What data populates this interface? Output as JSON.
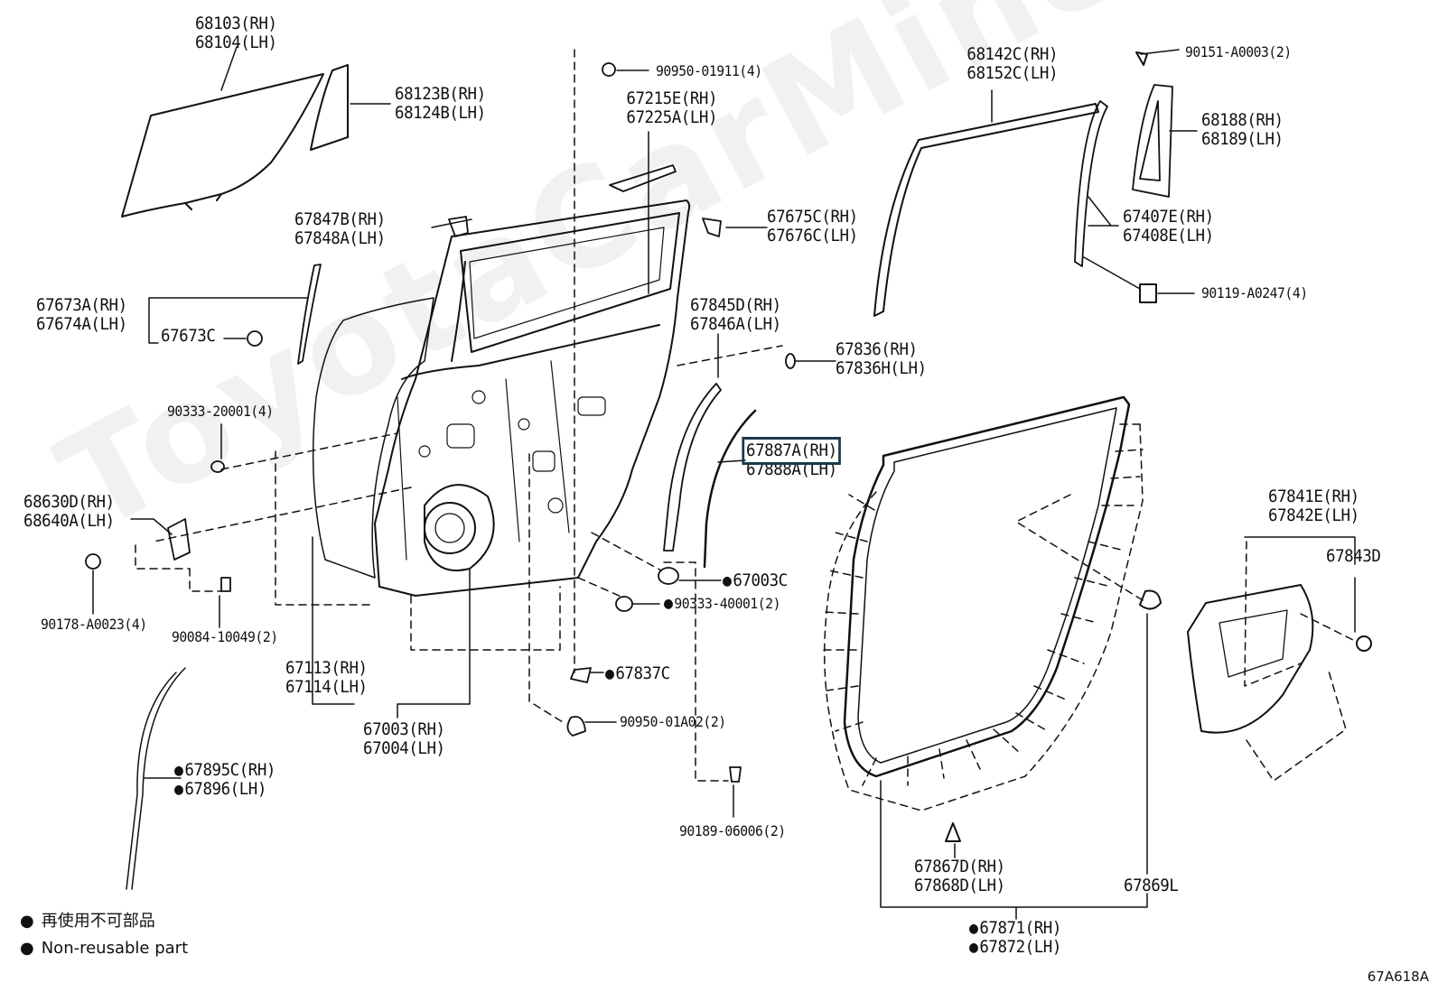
{
  "watermark": "ToyotaCarMiner.ru",
  "parts": {
    "p68103": [
      "68103(RH)",
      "68104(LH)"
    ],
    "p68123": [
      "68123B(RH)",
      "68124B(LH)"
    ],
    "p90950a": "90950-01911(4)",
    "p67215": [
      "67215E(RH)",
      "67225A(LH)"
    ],
    "p67847": [
      "67847B(RH)",
      "67848A(LH)"
    ],
    "p67675": [
      "67675C(RH)",
      "67676C(LH)"
    ],
    "p67673a": [
      "67673A(RH)",
      "67674A(LH)"
    ],
    "p67673c": "67673C",
    "p67845": [
      "67845D(RH)",
      "67846A(LH)"
    ],
    "p67836": [
      "67836(RH)",
      "67836H(LH)"
    ],
    "p90333a": "90333-20001(4)",
    "p67887": [
      "67887A(RH)",
      "67888A(LH)"
    ],
    "p68630": [
      "68630D(RH)",
      "68640A(LH)"
    ],
    "p67003c": "67003C",
    "p90333b": "90333-40001(2)",
    "p90178": "90178-A0023(4)",
    "p90084": "90084-10049(2)",
    "p67113": [
      "67113(RH)",
      "67114(LH)"
    ],
    "p67837c": "67837C",
    "p90950b": "90950-01A02(2)",
    "p67003": [
      "67003(RH)",
      "67004(LH)"
    ],
    "p67895": [
      "67895C(RH)",
      "67896(LH)"
    ],
    "p90189": "90189-06006(2)",
    "p68142": [
      "68142C(RH)",
      "68152C(LH)"
    ],
    "p90151": "90151-A0003(2)",
    "p68188": [
      "68188(RH)",
      "68189(LH)"
    ],
    "p67407": [
      "67407E(RH)",
      "67408E(LH)"
    ],
    "p90119": "90119-A0247(4)",
    "p67841": [
      "67841E(RH)",
      "67842E(LH)"
    ],
    "p67843": "67843D",
    "p67867": [
      "67867D(RH)",
      "67868D(LH)"
    ],
    "p67869": "67869L",
    "p67871": [
      "67871(RH)",
      "67872(LH)"
    ]
  },
  "legend": {
    "line1": "再使用不可部品",
    "line2": "Non-reusable part"
  },
  "diagram_code": "67A618A"
}
